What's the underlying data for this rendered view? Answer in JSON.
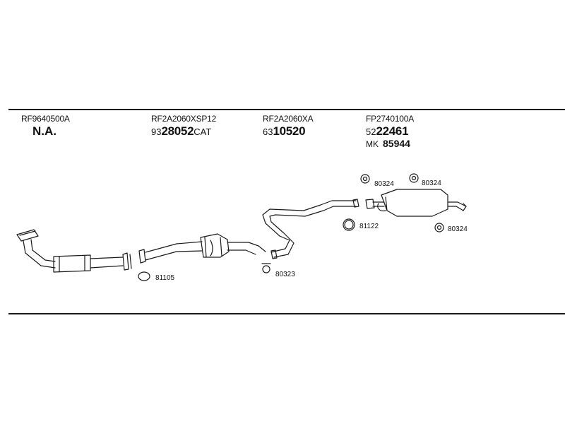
{
  "columns": [
    {
      "code": "RF9640500A",
      "name": "N.A."
    },
    {
      "code": "RF2A2060XSP12",
      "part_prefix": "93",
      "part_number": "28052",
      "part_suffix": "CAT"
    },
    {
      "code": "RF2A2060XA",
      "part_prefix": "63",
      "part_number": "10520"
    },
    {
      "code": "FP2740100A",
      "part_prefix": "52",
      "part_number": "22461",
      "mk_label": "MK",
      "mk_number": "85944"
    }
  ],
  "diagram": {
    "labels": {
      "gasket_front": "81105",
      "clamp_mid": "80323",
      "ring_rear": "81122",
      "hanger_a": "80324",
      "hanger_b": "80324",
      "hanger_c": "80324"
    }
  }
}
